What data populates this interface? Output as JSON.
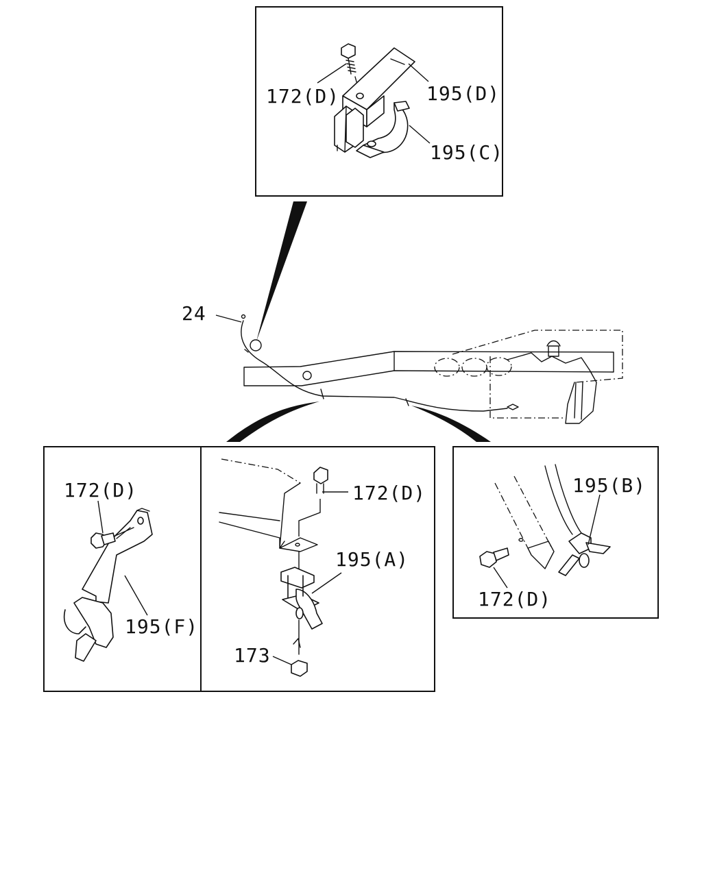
{
  "callouts": {
    "top_bolt": "172(D)",
    "top_clamp_d": "195(D)",
    "top_clamp_c": "195(C)",
    "cable": "24",
    "left_bolt": "172(D)",
    "left_clip_f": "195(F)",
    "mid_bolt": "172(D)",
    "mid_clip_a": "195(A)",
    "mid_nut": "173",
    "right_clip_b": "195(B)",
    "right_bolt": "172(D)"
  },
  "colors": {
    "ink": "#111111",
    "paper": "#ffffff"
  }
}
